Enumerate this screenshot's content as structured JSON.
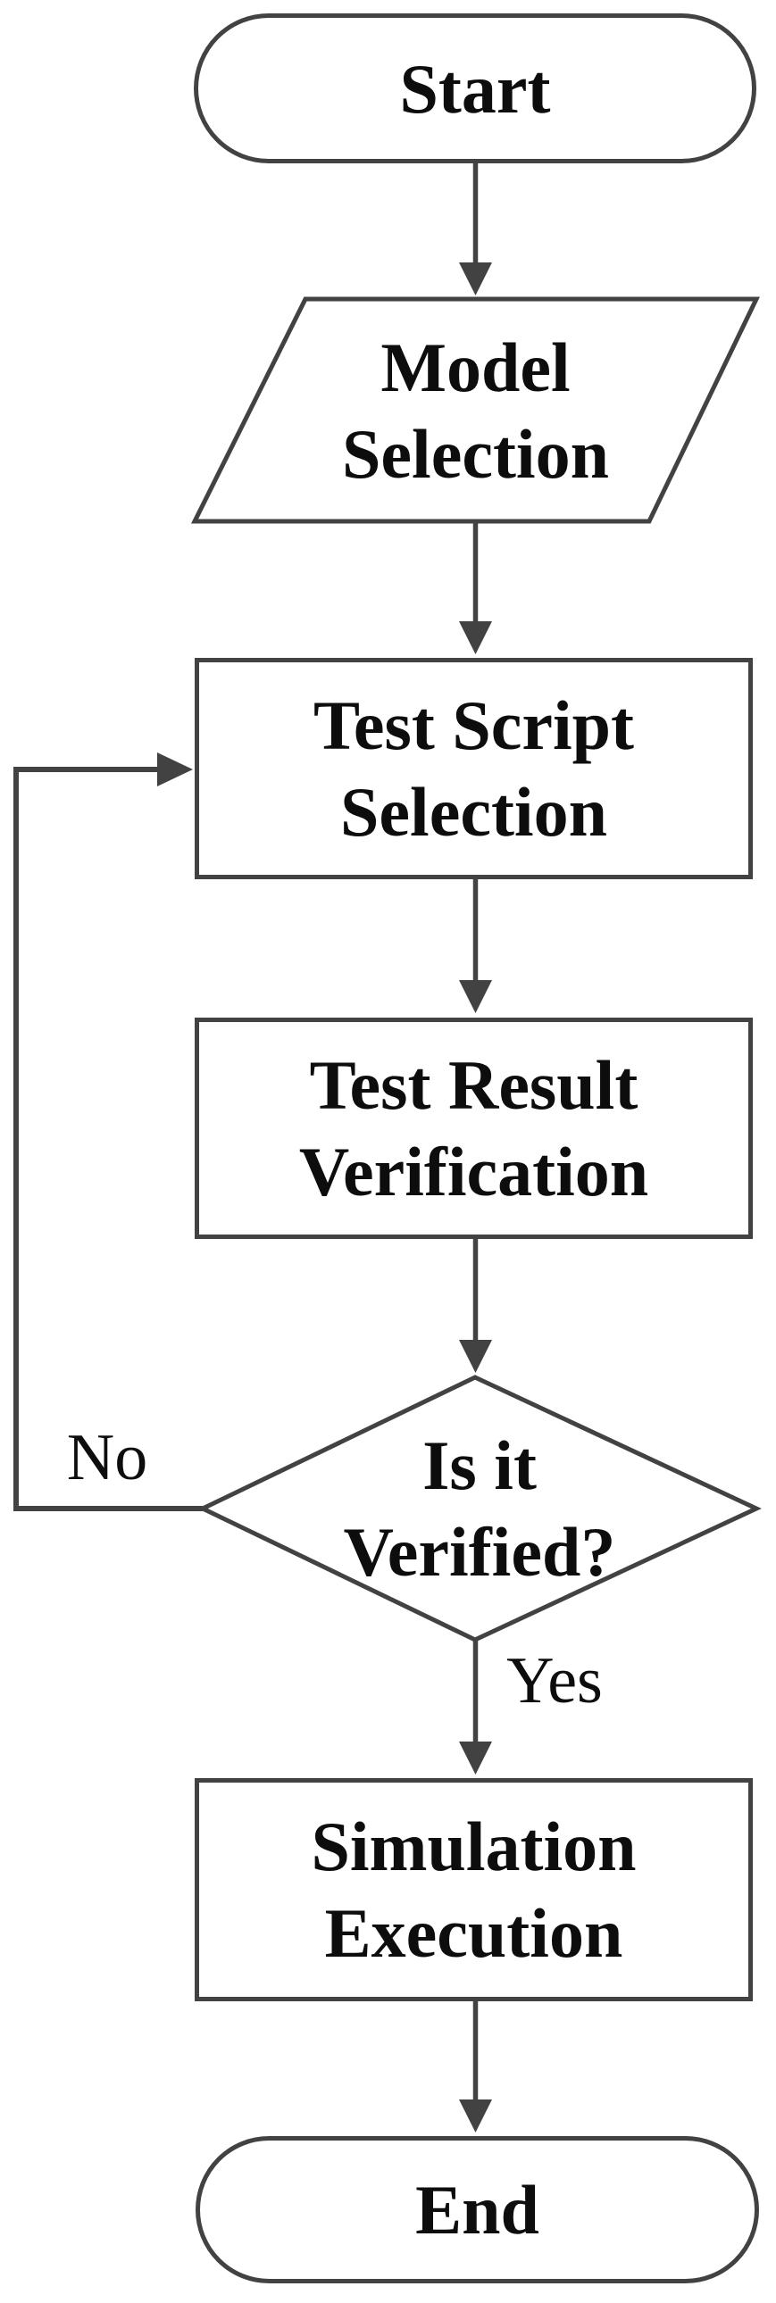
{
  "figure": {
    "type": "flowchart",
    "colors": {
      "background": "#ffffff",
      "stroke": "#424242",
      "text": "#0d0d0d"
    },
    "nodes": [
      {
        "id": "start",
        "shape": "terminator",
        "label": "Start"
      },
      {
        "id": "model-selection",
        "shape": "input-output-parallelogram",
        "label": "Model\nSelection"
      },
      {
        "id": "test-script-selection",
        "shape": "process",
        "label": "Test Script\nSelection"
      },
      {
        "id": "test-result-verification",
        "shape": "process",
        "label": "Test Result\nVerification"
      },
      {
        "id": "is-it-verified",
        "shape": "decision-diamond",
        "label": "Is it\nVerified?"
      },
      {
        "id": "simulation-execution",
        "shape": "process",
        "label": "Simulation\nExecution"
      },
      {
        "id": "end",
        "shape": "terminator",
        "label": "End"
      }
    ],
    "edges": [
      {
        "from": "start",
        "to": "model-selection",
        "label": ""
      },
      {
        "from": "model-selection",
        "to": "test-script-selection",
        "label": ""
      },
      {
        "from": "test-script-selection",
        "to": "test-result-verification",
        "label": ""
      },
      {
        "from": "test-result-verification",
        "to": "is-it-verified",
        "label": ""
      },
      {
        "from": "is-it-verified",
        "to": "test-script-selection",
        "label": "No"
      },
      {
        "from": "is-it-verified",
        "to": "simulation-execution",
        "label": "Yes"
      },
      {
        "from": "simulation-execution",
        "to": "end",
        "label": ""
      }
    ],
    "edge_labels": {
      "no": "No",
      "yes": "Yes"
    }
  }
}
